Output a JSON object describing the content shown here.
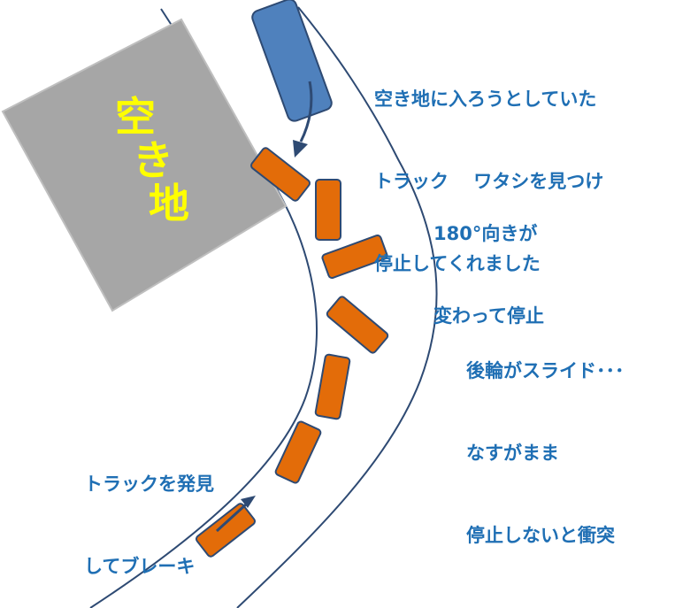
{
  "vacant_lot": {
    "label": "空き地",
    "fill_color": "#a6a6a6",
    "text_color": "#ffff00"
  },
  "colors": {
    "road_edge": "#2e4a73",
    "own_car": "#e36c09",
    "truck": "#4f81bd",
    "annotation_text": "#1f6fb4"
  },
  "annotations": {
    "truck_note": {
      "lines": [
        "空き地に入ろうとしていた",
        "トラック　 ワタシを見つけ",
        "停止してくれました"
      ]
    },
    "turn_note": {
      "lines": [
        "180°向きが",
        "変わって停止"
      ]
    },
    "slide_note": {
      "lines": [
        "後輪がスライド･･･",
        "なすがまま",
        "停止しないと衝突"
      ]
    },
    "brake_note": {
      "lines": [
        "トラックを発見",
        "してブレーキ"
      ]
    }
  }
}
